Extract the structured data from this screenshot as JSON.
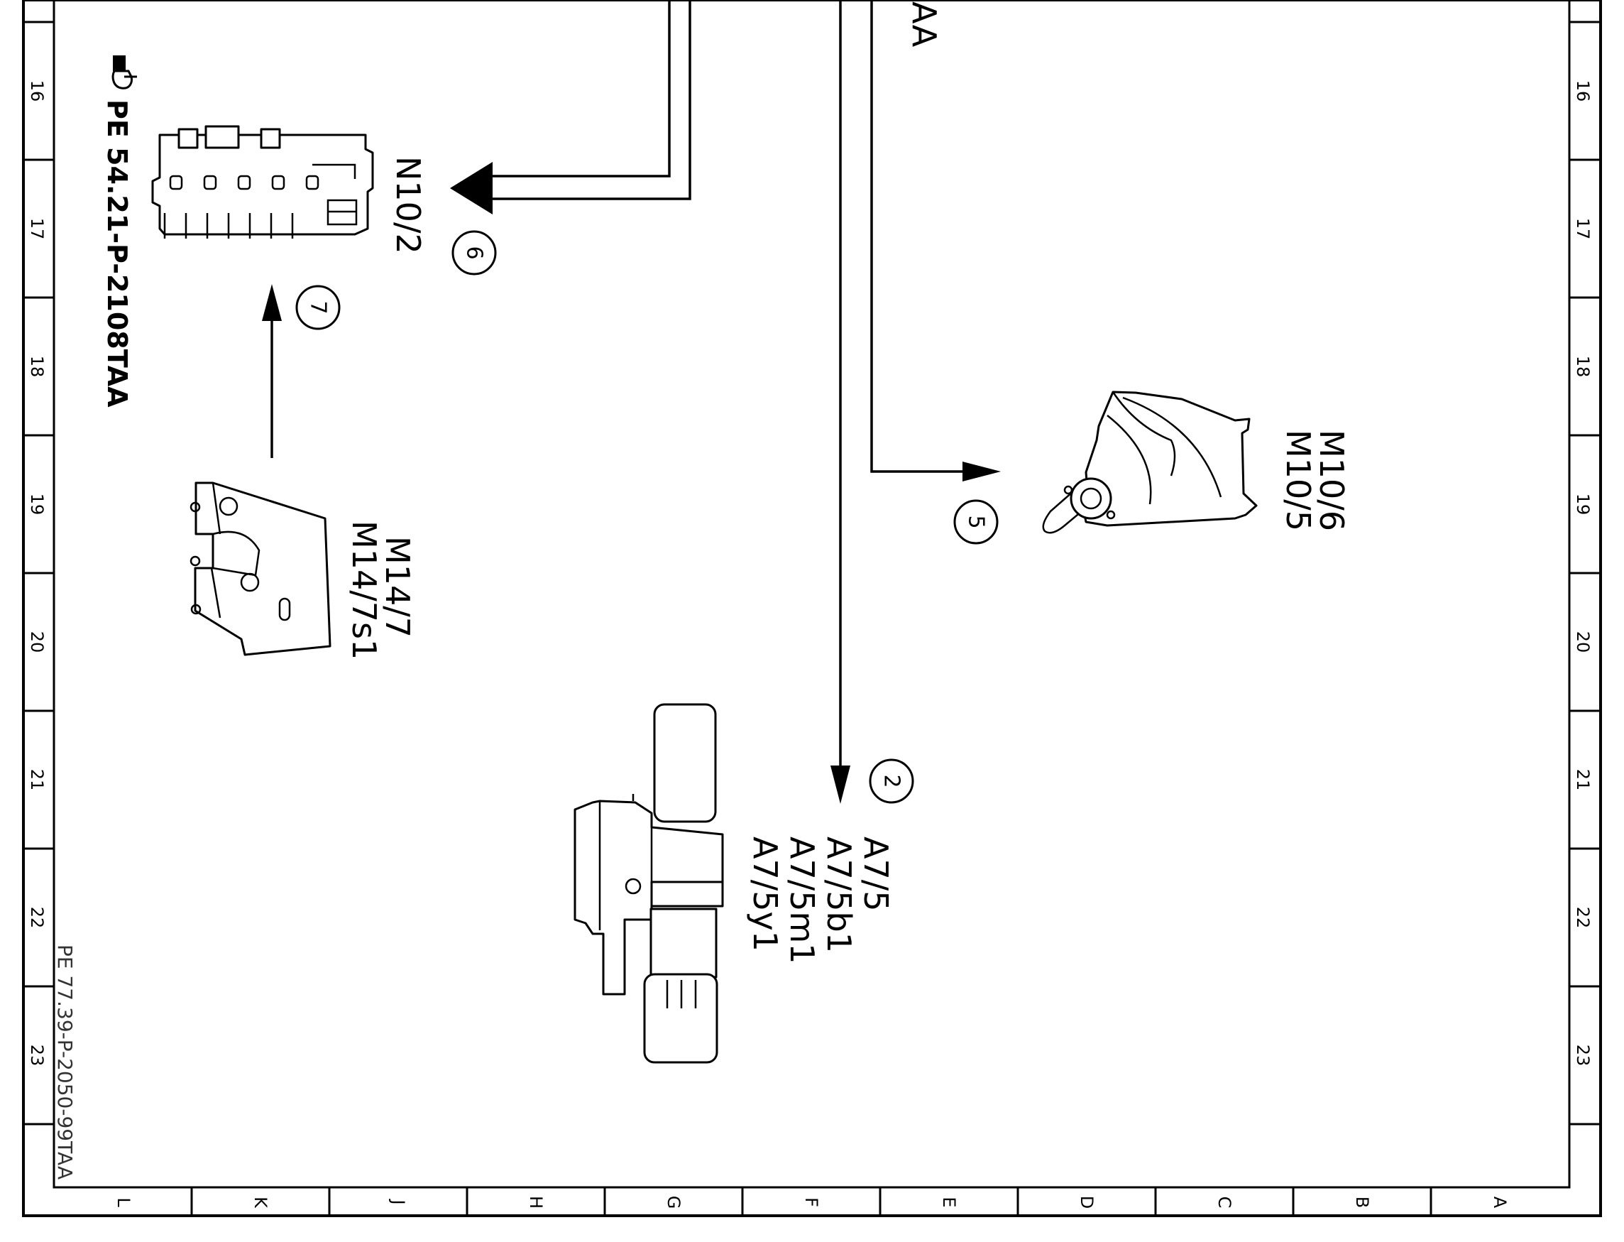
{
  "side_ruler_numbers": [
    "16",
    "17",
    "18",
    "19",
    "20",
    "21",
    "22",
    "23"
  ],
  "bottom_ruler_letters": [
    "L",
    "K",
    "J",
    "H",
    "G",
    "F",
    "E",
    "D",
    "C",
    "B",
    "A"
  ],
  "top_partial_label": "AA",
  "reference_note": {
    "icon": "pointing-hand-icon",
    "text": "PE 54.21-P-2108TAA"
  },
  "drawing_reference": "PE 77.39-P-2050-99TAA",
  "components": {
    "n10_2": {
      "labels": [
        "N10/2"
      ],
      "step": "6"
    },
    "m14_7": {
      "labels": [
        "M14/7",
        "M14/7s1"
      ],
      "step": "7"
    },
    "m10": {
      "labels": [
        "M10/6",
        "M10/5"
      ],
      "step": "5"
    },
    "a7_5": {
      "labels": [
        "A7/5",
        "A7/5b1",
        "A7/5m1",
        "A7/5y1"
      ],
      "step": "2"
    }
  }
}
